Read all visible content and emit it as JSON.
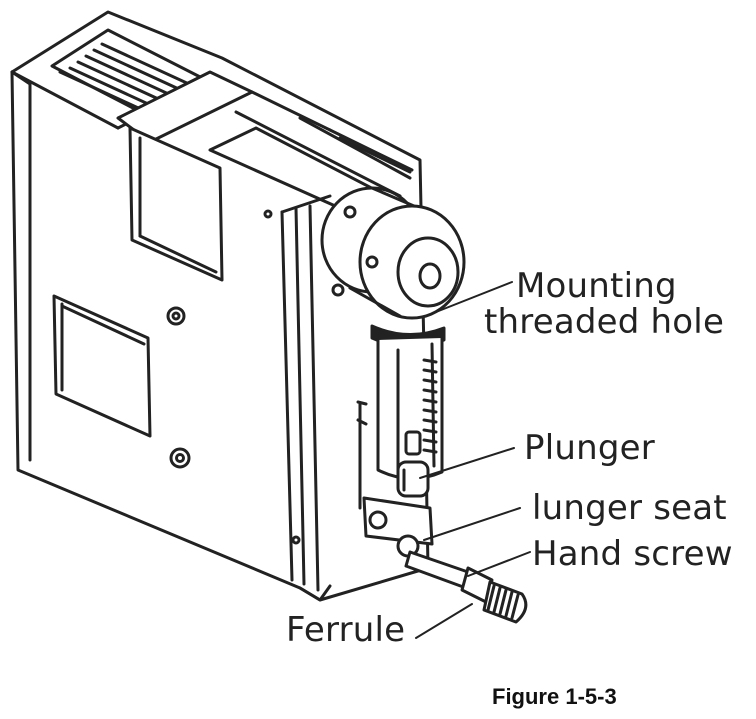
{
  "figure": {
    "caption": "Figure 1-5-3"
  },
  "labels": {
    "mounting_line1": "Mounting",
    "mounting_line2": "threaded hole",
    "plunger": "Plunger",
    "plunger_seat": "lunger seat",
    "hand_screw": "Hand screw",
    "ferrule": "Ferrule"
  },
  "colors": {
    "line": "#222222",
    "background": "#ffffff"
  }
}
